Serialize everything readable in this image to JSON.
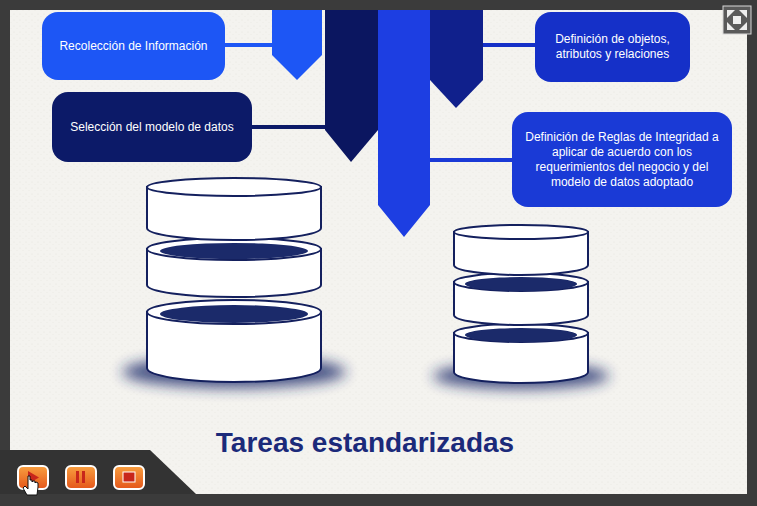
{
  "diagram": {
    "title": "Tareas estandarizadas",
    "nodes": [
      {
        "text": [
          "Recolección de Información"
        ]
      },
      {
        "text": [
          "Definición de objetos, atributos y relaciones"
        ]
      },
      {
        "text": [
          "Selección del modelo de datos"
        ]
      },
      {
        "text": [
          "Definición de Reglas de Integridad a aplicar de acuerdo con los requerimientos del negocio y del modelo de datos adoptado"
        ]
      }
    ]
  }
}
